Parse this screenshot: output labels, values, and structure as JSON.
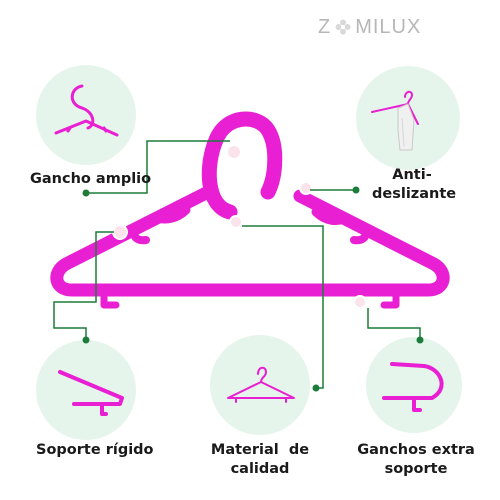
{
  "brand": {
    "name_left": "Z",
    "name_right": "MILUX"
  },
  "colors": {
    "hanger": "#e81fd2",
    "circle_bg": "#e6f5ec",
    "connector": "#1c7d3a",
    "label_text": "#1a1a1a",
    "brand_text": "#b7b7b7"
  },
  "features": {
    "gancho_amplio": "Gancho amplio",
    "antideslizante_line1": "Anti-",
    "antideslizante_line2": "deslizante",
    "soporte_rigido": "Soporte rígido",
    "material_line1": "Material  de",
    "material_line2": "calidad",
    "ganchos_line1": "Ganchos extra",
    "ganchos_line2": "soporte"
  }
}
